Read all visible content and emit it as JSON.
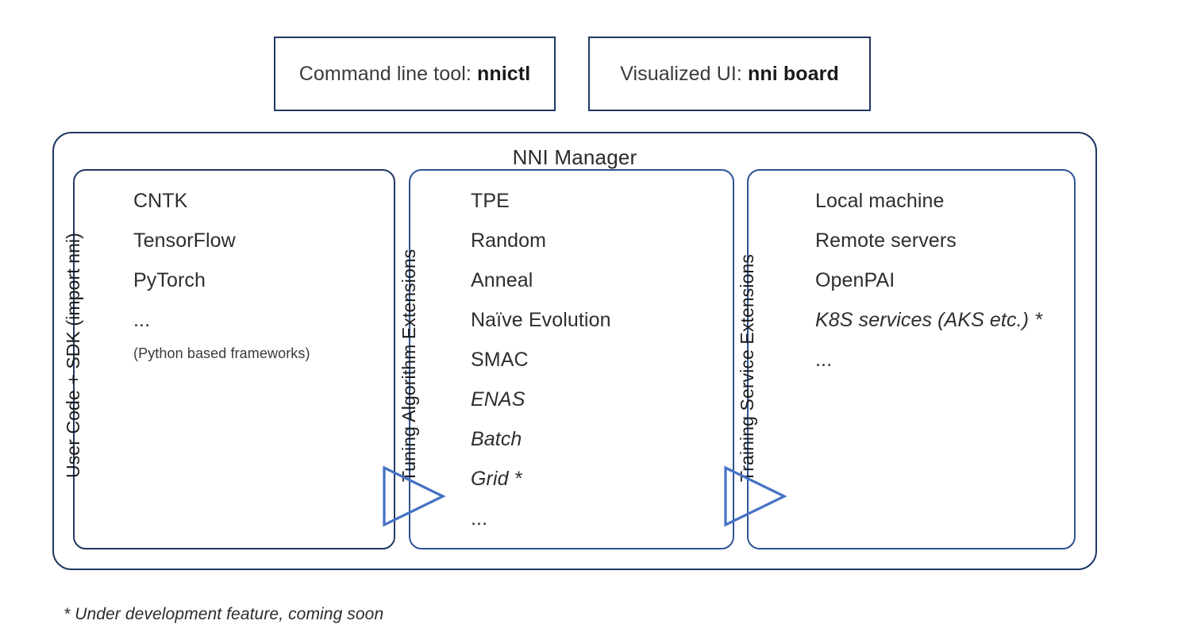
{
  "top_boxes": [
    {
      "id": "cli",
      "prefix": "Command line tool: ",
      "emphasis": "nnictl"
    },
    {
      "id": "ui",
      "prefix": "Visualized UI: ",
      "emphasis": "nni board"
    }
  ],
  "manager": {
    "title": "NNI Manager",
    "columns": [
      {
        "id": "user",
        "vertical_label": "User Code + SDK (import nni)",
        "items": [
          {
            "text": "CNTK",
            "italic": false,
            "small": false
          },
          {
            "text": "TensorFlow",
            "italic": false,
            "small": false
          },
          {
            "text": "PyTorch",
            "italic": false,
            "small": false
          },
          {
            "text": "...",
            "italic": false,
            "small": false
          },
          {
            "text": "(Python based frameworks)",
            "italic": false,
            "small": true
          }
        ]
      },
      {
        "id": "tuner",
        "vertical_label": "Tuning Algorithm Extensions",
        "items": [
          {
            "text": "TPE",
            "italic": false,
            "small": false
          },
          {
            "text": "Random",
            "italic": false,
            "small": false
          },
          {
            "text": "Anneal",
            "italic": false,
            "small": false
          },
          {
            "text": "Naïve Evolution",
            "italic": false,
            "small": false
          },
          {
            "text": "SMAC",
            "italic": false,
            "small": false
          },
          {
            "text": "ENAS",
            "italic": true,
            "small": false
          },
          {
            "text": "Batch",
            "italic": true,
            "small": false
          },
          {
            "text": "Grid *",
            "italic": true,
            "small": false
          },
          {
            "text": "...",
            "italic": false,
            "small": false
          }
        ]
      },
      {
        "id": "training",
        "vertical_label": "Training Service Extensions",
        "items": [
          {
            "text": "Local machine",
            "italic": false,
            "small": false
          },
          {
            "text": "Remote servers",
            "italic": false,
            "small": false
          },
          {
            "text": "OpenPAI",
            "italic": false,
            "small": false
          },
          {
            "text": "K8S services (AKS etc.) *",
            "italic": true,
            "small": false
          },
          {
            "text": "...",
            "italic": false,
            "small": false
          }
        ]
      }
    ]
  },
  "arrows": [
    {
      "id": "user-to-tuner",
      "name": "arrow-right-icon"
    },
    {
      "id": "tuner-to-training",
      "name": "arrow-right-icon"
    }
  ],
  "footnote": "* Under development feature, coming soon",
  "colors": {
    "outer_border": "#1F3864",
    "inner_border": "#2E5496",
    "arrow_stroke": "#4472C4",
    "text": "#2e2e2e"
  }
}
